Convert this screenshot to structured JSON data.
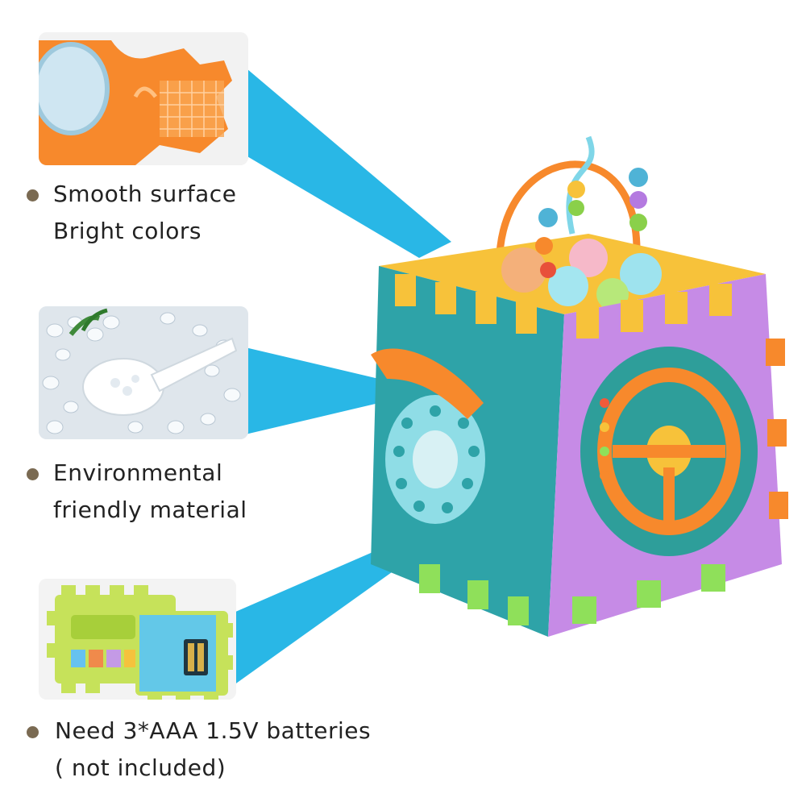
{
  "features": [
    {
      "lines": [
        "Smooth surface",
        "Bright colors"
      ]
    },
    {
      "lines": [
        "Environmental",
        "friendly material"
      ]
    },
    {
      "lines": [
        "Need 3*AAA 1.5V batteries",
        "( not included)"
      ]
    }
  ],
  "colors": {
    "bullet": "#7a6a52",
    "beam": "#29b7e6",
    "text": "#222222",
    "cube_teal": "#2ea3a8",
    "cube_purple": "#c68be6",
    "cube_yellow": "#f7c23a",
    "accent_orange": "#f7892c"
  }
}
